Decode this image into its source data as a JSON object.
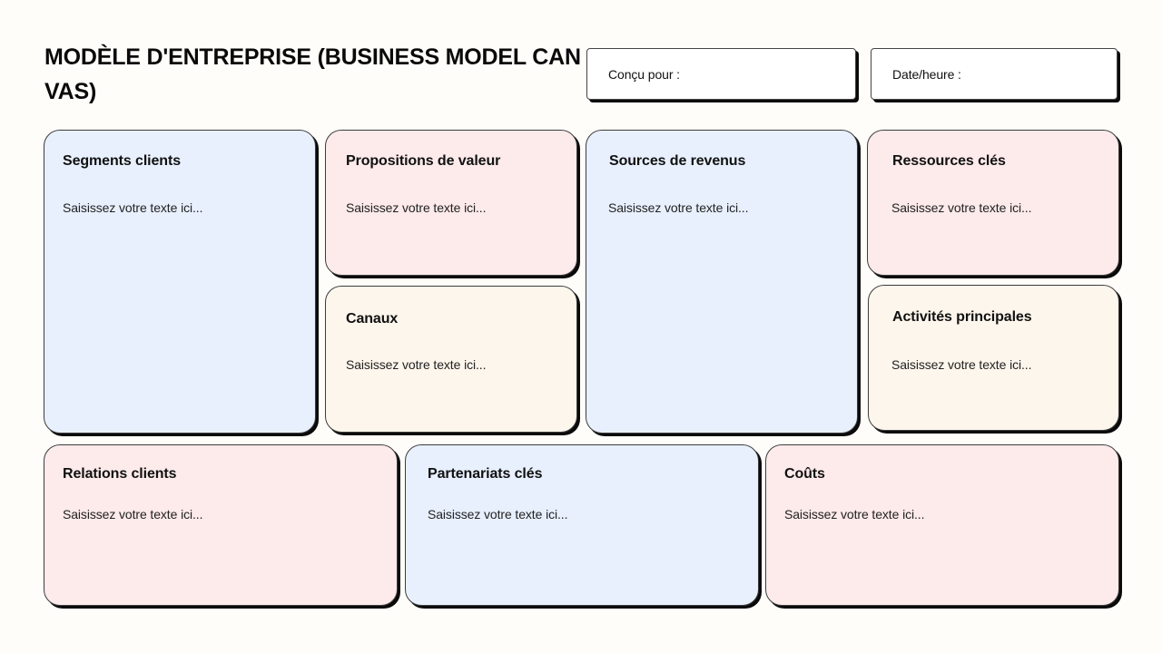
{
  "page": {
    "title": "MODÈLE D'ENTREPRISE (BUSINESS MODEL CANVAS)"
  },
  "meta": {
    "designed_for_label": "Conçu pour :",
    "datetime_label": "Date/heure :"
  },
  "colors": {
    "blue": "#e8f0fe",
    "pink": "#fdeaea",
    "cream": "#fdf6ec",
    "border": "#3c3c3c",
    "shadow": "#0a0a0a",
    "background": "#fffdfa"
  },
  "cards": {
    "customer_segments": {
      "title": "Segments clients",
      "placeholder": "Saisissez votre texte ici..."
    },
    "value_propositions": {
      "title": "Propositions de valeur",
      "placeholder": "Saisissez votre texte ici..."
    },
    "channels": {
      "title": "Canaux",
      "placeholder": "Saisissez votre texte ici..."
    },
    "revenue_streams": {
      "title": "Sources de revenus",
      "placeholder": "Saisissez votre texte ici..."
    },
    "key_resources": {
      "title": "Ressources clés",
      "placeholder": "Saisissez votre texte ici..."
    },
    "key_activities": {
      "title": "Activités principales",
      "placeholder": "Saisissez votre texte ici..."
    },
    "customer_relationships": {
      "title": "Relations clients",
      "placeholder": "Saisissez votre texte ici..."
    },
    "key_partnerships": {
      "title": "Partenariats clés",
      "placeholder": "Saisissez votre texte ici..."
    },
    "cost_structure": {
      "title": "Coûts",
      "placeholder": "Saisissez votre texte ici..."
    }
  }
}
